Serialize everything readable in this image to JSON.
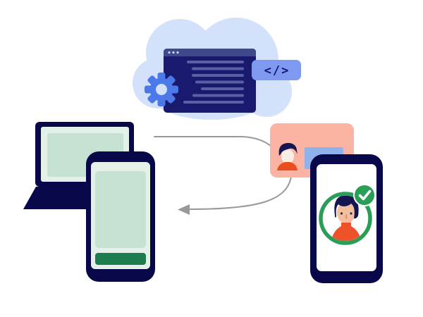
{
  "illustration": {
    "title": "identity-verification-flow",
    "cloud_window": {
      "titlebar_dots": 3,
      "code_lines_count": 7,
      "badge_label": "</>"
    },
    "colors": {
      "background": "#FFFFFF",
      "cloud": "#D4E1FA",
      "window_body": "#19196E",
      "window_titlebar": "#414889",
      "window_dot": "#C9D5F6",
      "code_line": "#5A60A4",
      "gear_blue": "#4C79EA",
      "badge_bg": "#7D99F0",
      "badge_text": "#141476",
      "device_navy": "#07074A",
      "screen_mint": "#E4F1E9",
      "screen_mint_dark": "#C5E2D2",
      "button_green": "#1E7D4E",
      "card_salmon": "#FBB3A4",
      "card_photo_blue": "#8FB2EC",
      "skin_cream": "#F9EEE3",
      "skin_tan": "#F4BF9E",
      "sweater_orange": "#EE5228",
      "collar_orange": "#EA4E1F",
      "hair_navy": "#151552",
      "success_green": "#2A9D57",
      "arrow_gray": "#999999"
    }
  }
}
